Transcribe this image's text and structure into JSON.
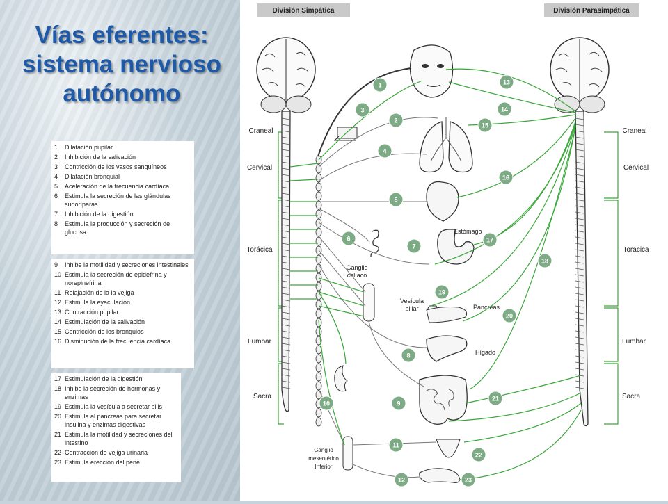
{
  "title": [
    "Vías eferentes:",
    "sistema nervioso",
    "autónomo"
  ],
  "legend": [
    [
      {
        "n": "1",
        "t": "Dilatación pupilar"
      },
      {
        "n": "2",
        "t": "Inhibición de la salivación"
      },
      {
        "n": "3",
        "t": "Contricción de los vasos sanguíneos"
      },
      {
        "n": "4",
        "t": "Dilatación bronquial"
      },
      {
        "n": "5",
        "t": "Aceleración de la frecuencia cardíaca"
      },
      {
        "n": "6",
        "t": "Estimula la secreción de las glándulas sudoríparas"
      },
      {
        "n": "7",
        "t": "Inhibición de la digestión"
      },
      {
        "n": "8",
        "t": "Estimula la producción y secreción  de glucosa"
      }
    ],
    [
      {
        "n": "9",
        "t": "Inhibe la motilidad y secreciones intestinales"
      },
      {
        "n": "10",
        "t": "Estimula la secreción de epidefrina y norepinefrina"
      },
      {
        "n": "11",
        "t": "Relajación de la la vejiga"
      },
      {
        "n": "12",
        "t": "Estimula la eyaculación"
      },
      {
        "n": "13",
        "t": "Contracción pupilar"
      },
      {
        "n": "14",
        "t": "Estimulación de la salivación"
      },
      {
        "n": "15",
        "t": "Contricción de los bronquios"
      },
      {
        "n": "16",
        "t": "Disminución de la frecuencia cardíaca"
      }
    ],
    [
      {
        "n": "17",
        "t": "Estimulación de la digestión"
      },
      {
        "n": "18",
        "t": "Inhibe la secreción de hormonas y enzimas"
      },
      {
        "n": "19",
        "t": "Estimula la vesícula a secretar bilis"
      },
      {
        "n": "20",
        "t": "Estimula al pancreas para secretar insulina y enzimas digestivas"
      },
      {
        "n": "21",
        "t": "Estimula la motilidad y secreciones del intestino"
      },
      {
        "n": "22",
        "t": "Contracción de vejiga urinaria"
      },
      {
        "n": "23",
        "t": "Estimula erección del pene"
      }
    ]
  ],
  "headers": {
    "sympathetic": "División Simpática",
    "parasympathetic": "División Parasimpática"
  },
  "regions": [
    "Craneal",
    "Cervical",
    "Torácica",
    "Lumbar",
    "Sacra"
  ],
  "organs": {
    "stomach": "Estómago",
    "celiac": [
      "Ganglio",
      "celíaco"
    ],
    "gallbladder": [
      "Vesícula",
      "biliar"
    ],
    "pancreas": "Pancreas",
    "liver": "Hígado",
    "mesenteric": [
      "Ganglio",
      "mesentérico",
      "Inferior"
    ]
  },
  "colors": {
    "nerve": "#3aa63a",
    "marker": "#7dab85",
    "title": "#1f5aa8"
  }
}
